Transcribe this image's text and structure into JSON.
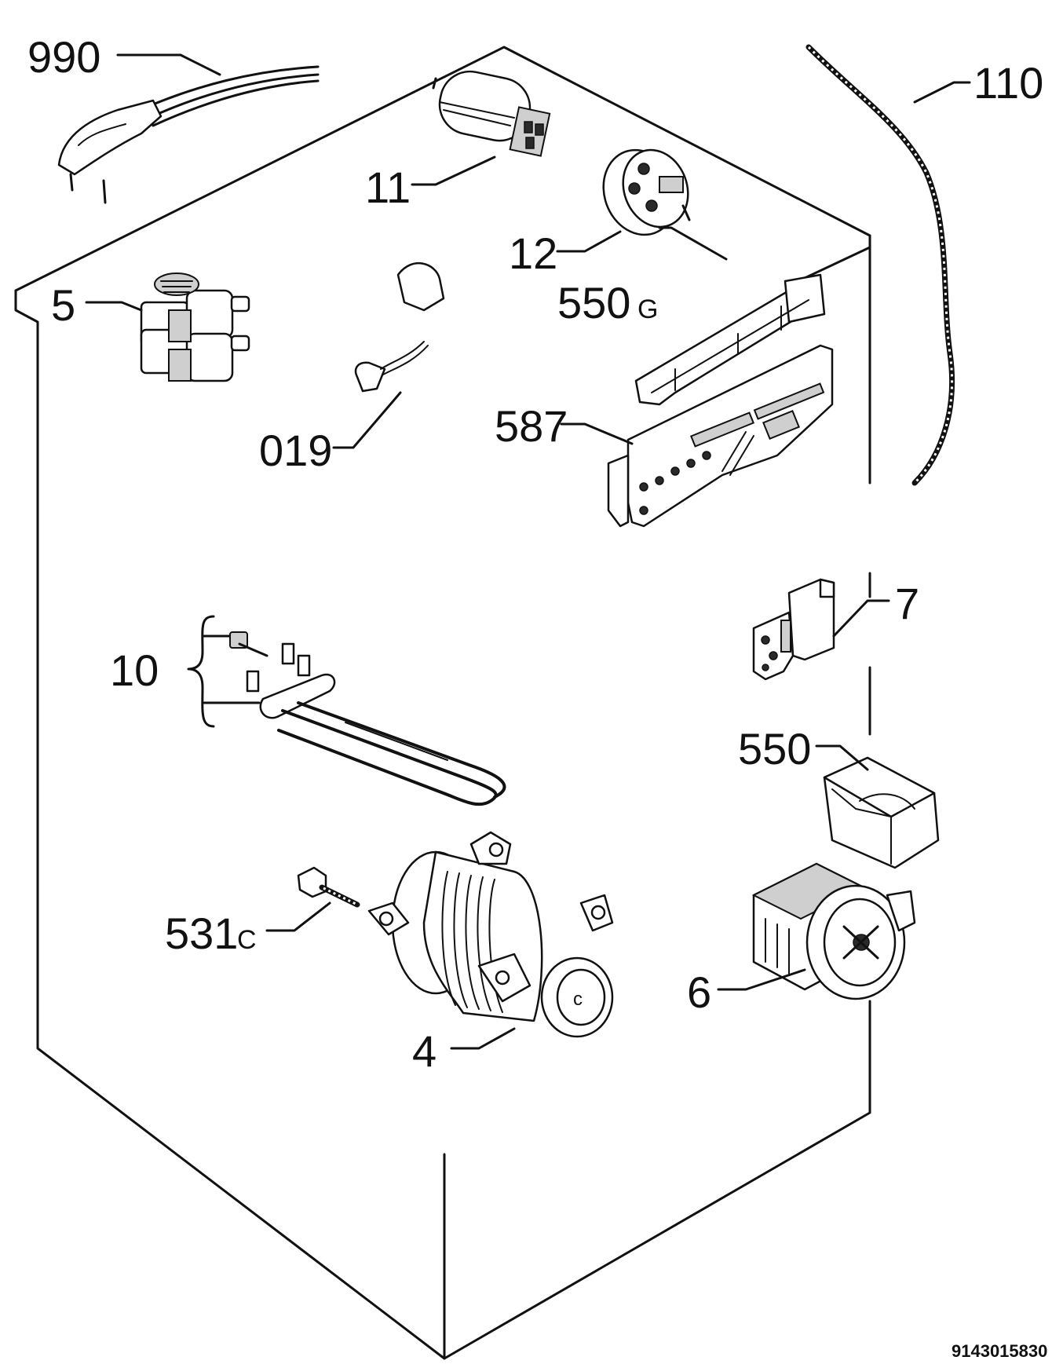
{
  "labels": {
    "p990": "990",
    "p110": "110",
    "p11": "11",
    "p12": "12",
    "p5": "5",
    "p550g_num": "550",
    "p550g_suffix": "G",
    "p019": "019",
    "p587": "587",
    "p7": "7",
    "p10": "10",
    "p550": "550",
    "p531c_num": "531",
    "p531c_suffix": "C",
    "p6": "6",
    "p4": "4"
  },
  "drawing_number": "9143015830"
}
